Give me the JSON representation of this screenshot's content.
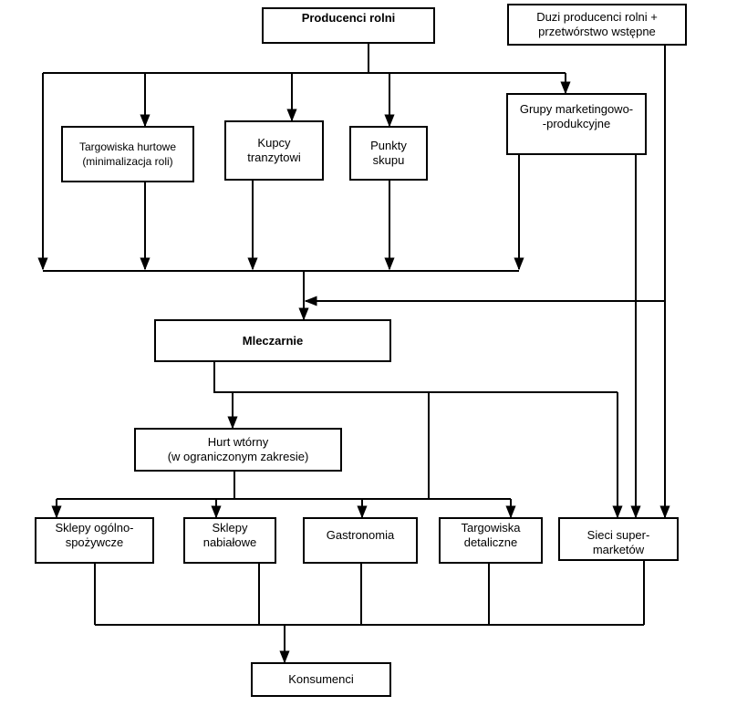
{
  "diagram": {
    "nodes": {
      "producers": "Producenci rolni",
      "large_producers": "Duzi producenci rolni +\nprzetwórstwo wstępne",
      "wholesale_markets": "Targowiska hurtowe\n(minimalizacja roli)",
      "transit_buyers": "Kupcy\ntranzytowi",
      "purchase_points": "Punkty\nskupu",
      "marketing_groups": "Grupy marketingowo-\n-produkcyjne",
      "dairies": "Mleczarnie",
      "secondary_wholesale": "Hurt wtórny\n(w ograniczonym   zakresie)",
      "grocery_stores": "Sklepy ogólno-\nspożywcze",
      "dairy_shops": "Sklepy\nnabiałowe",
      "gastronomy": "Gastronomia",
      "retail_markets": "Targowiska\ndetaliczne",
      "supermarkets": "Sieci super-\nmarketów",
      "consumers": "Konsumenci"
    }
  }
}
